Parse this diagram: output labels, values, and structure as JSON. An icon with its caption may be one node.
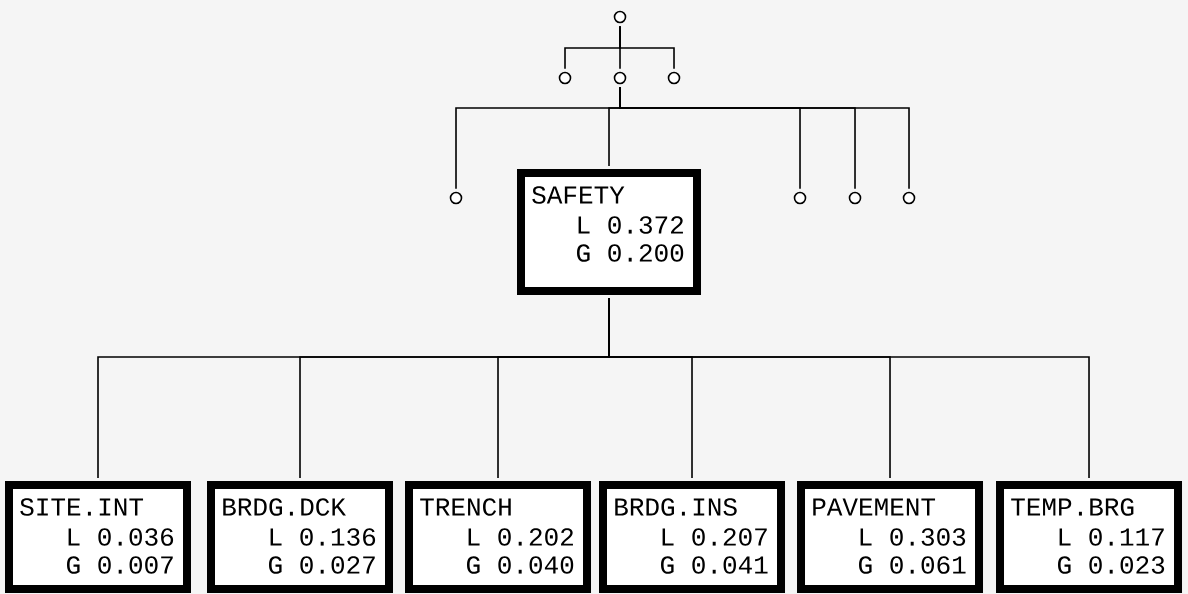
{
  "diagram": {
    "nodes": [
      {
        "text": [],
        "shape": "circle"
      },
      {
        "text": [],
        "shape": "circle"
      },
      {
        "text": [],
        "shape": "circle"
      },
      {
        "text": [],
        "shape": "circle"
      },
      {
        "text": [],
        "shape": "circle"
      },
      {
        "text": [
          "SAFETY",
          "L 0.372",
          "G 0.200"
        ]
      },
      {
        "text": [],
        "shape": "circle"
      },
      {
        "text": [],
        "shape": "circle"
      },
      {
        "text": [],
        "shape": "circle"
      },
      {
        "text": [
          "SITE.INT",
          "L 0.036",
          "G 0.007"
        ]
      },
      {
        "text": [
          "BRDG.DCK",
          "L 0.136",
          "G 0.027"
        ]
      },
      {
        "text": [
          "TRENCH",
          "L 0.202",
          "G 0.040"
        ]
      },
      {
        "text": [
          "BRDG.INS",
          "L 0.207",
          "G 0.041"
        ]
      },
      {
        "text": [
          "PAVEMENT",
          "L 0.303",
          "G 0.061"
        ]
      },
      {
        "text": [
          "TEMP.BRG",
          "L 0.117",
          "G 0.023"
        ]
      }
    ],
    "edges": [
      {
        "from": 0,
        "to": 1,
        "arrow": "none"
      },
      {
        "from": 0,
        "to": 2,
        "arrow": "none"
      },
      {
        "from": 0,
        "to": 3,
        "arrow": "none"
      },
      {
        "from": 2,
        "to": 4,
        "arrow": "none"
      },
      {
        "from": 2,
        "to": 5,
        "arrow": "none"
      },
      {
        "from": 2,
        "to": 6,
        "arrow": "none"
      },
      {
        "from": 2,
        "to": 7,
        "arrow": "none"
      },
      {
        "from": 2,
        "to": 8,
        "arrow": "none"
      },
      {
        "from": 5,
        "to": 9,
        "arrow": "none"
      },
      {
        "from": 5,
        "to": 10,
        "arrow": "none"
      },
      {
        "from": 5,
        "to": 11,
        "arrow": "none"
      },
      {
        "from": 5,
        "to": 12,
        "arrow": "none"
      },
      {
        "from": 5,
        "to": 13,
        "arrow": "none"
      },
      {
        "from": 5,
        "to": 14,
        "arrow": "none"
      }
    ]
  }
}
